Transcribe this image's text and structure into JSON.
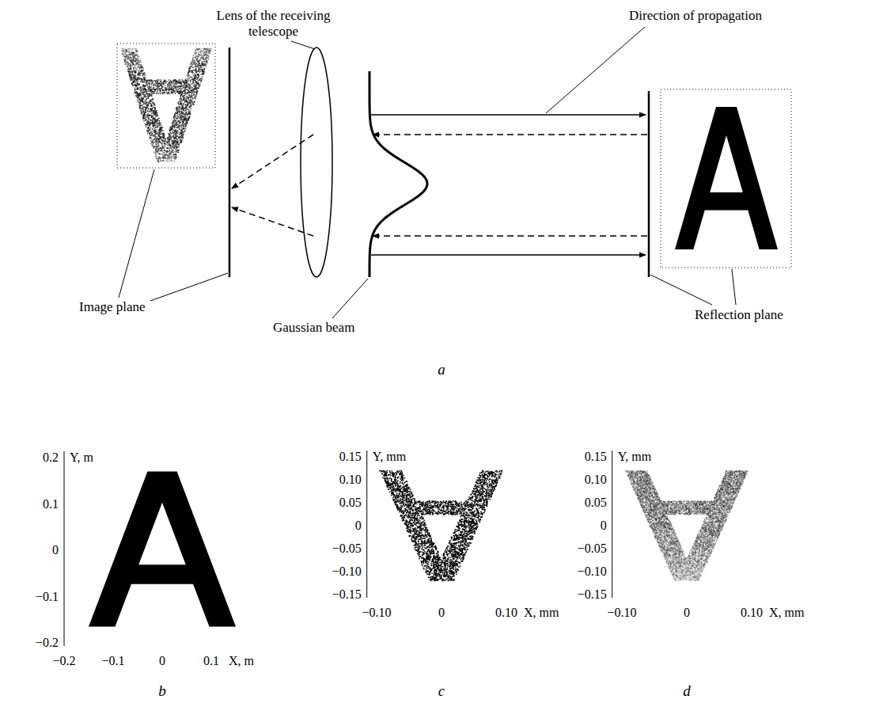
{
  "diagram": {
    "labels": [
      "Lens of the receiving telescope",
      "Direction of propagation",
      "Image plane",
      "Gaussian beam",
      "Reflection plane",
      "a",
      "0.2",
      "0.1",
      "0",
      "−0.1",
      "−0.2",
      "Y, m",
      "−0.2",
      "−0.1",
      "0",
      "0.1",
      "X, m",
      "b",
      "0.15",
      "0.10",
      "0.05",
      "0",
      "−0.05",
      "−0.10",
      "−0.15",
      "Y, mm",
      "−0.10",
      "0",
      "0.10",
      "X, mm",
      "c",
      "0.15",
      "0.10",
      "0.05",
      "0",
      "−0.05",
      "−0.10",
      "−0.15",
      "Y, mm",
      "−0.10",
      "0",
      "0.10",
      "X, mm",
      "d"
    ]
  }
}
